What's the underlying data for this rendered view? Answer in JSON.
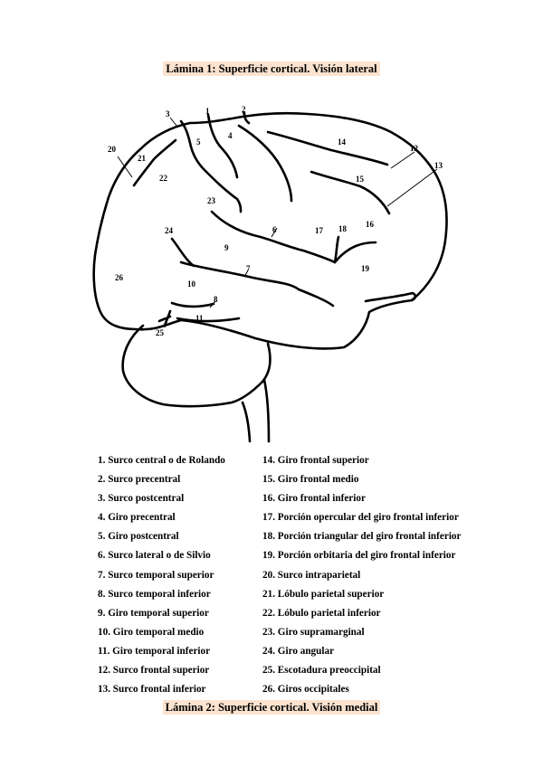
{
  "plate1_title": "Lámina 1: Superficie cortical. Visión lateral",
  "plate2_title": "Lámina 2: Superficie cortical. Visión medial",
  "diagram_numbers": [
    "1",
    "2",
    "3",
    "4",
    "5",
    "6",
    "7",
    "8",
    "9",
    "10",
    "11",
    "12",
    "13",
    "14",
    "15",
    "16",
    "17",
    "18",
    "19",
    "20",
    "21",
    "22",
    "23",
    "24",
    "25",
    "26"
  ],
  "legend_left": [
    "1.  Surco central o de Rolando",
    "2.  Surco precentral",
    "3.  Surco postcentral",
    "4. Giro precentral",
    "5. Giro postcentral",
    "6. Surco lateral o de Silvio",
    "7. Surco temporal superior",
    "8. Surco temporal inferior",
    "9. Giro temporal superior",
    "10. Giro temporal medio",
    "11. Giro temporal inferior",
    "12. Surco frontal superior",
    "13. Surco frontal inferior"
  ],
  "legend_right": [
    "14. Giro frontal superior",
    "15. Giro frontal medio",
    "16. Giro frontal inferior",
    "17. Porción opercular del giro frontal inferior",
    "18. Porción triangular del giro frontal inferior",
    "19. Porción orbitaria del giro frontal inferior",
    "20. Surco intraparietal",
    "21. Lóbulo parietal superior",
    "22. Lóbulo parietal inferior",
    "23. Giro supramarginal",
    "24. Giro angular",
    "25. Escotadura preoccipital",
    "26. Giros occipitales"
  ]
}
